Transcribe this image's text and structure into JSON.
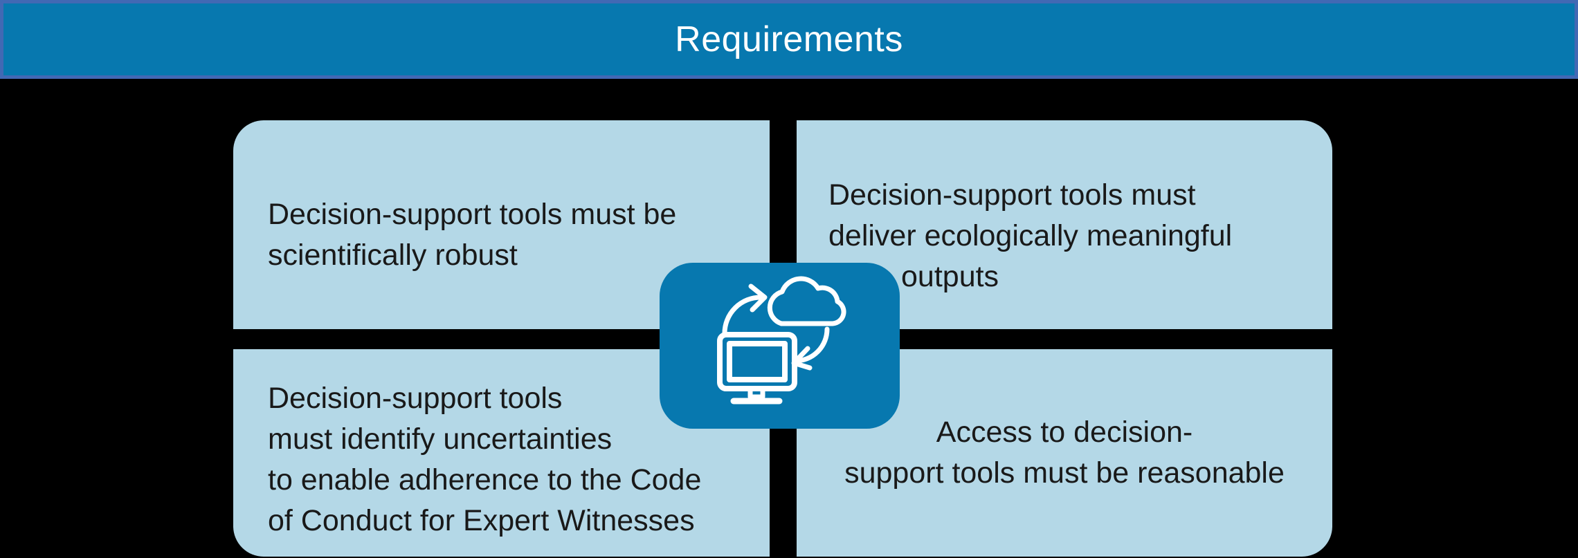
{
  "header": {
    "title": "Requirements"
  },
  "quadrants": {
    "top_left": {
      "lines": [
        "Decision-support tools must be",
        "scientifically robust"
      ]
    },
    "top_right": {
      "lines": [
        "Decision-support tools must",
        "deliver ecologically meaningful",
        "outputs"
      ]
    },
    "bottom_left": {
      "lines": [
        "Decision-support tools",
        "must identify uncertainties",
        "to enable adherence to the Code",
        "of Conduct for Expert Witnesses"
      ]
    },
    "bottom_right": {
      "lines": [
        "Access to decision-",
        "support tools must be reasonable"
      ]
    }
  },
  "center_icon": "cloud-computer-sync-icon",
  "colors": {
    "background": "#000000",
    "band_fill": "#0778AF",
    "band_border": "#4169B4",
    "box_fill": "#B4D8E7",
    "center_fill": "#0778AF",
    "icon_stroke": "#FFFFFF",
    "body_text": "#191919",
    "title_text": "#FFFFFF"
  }
}
